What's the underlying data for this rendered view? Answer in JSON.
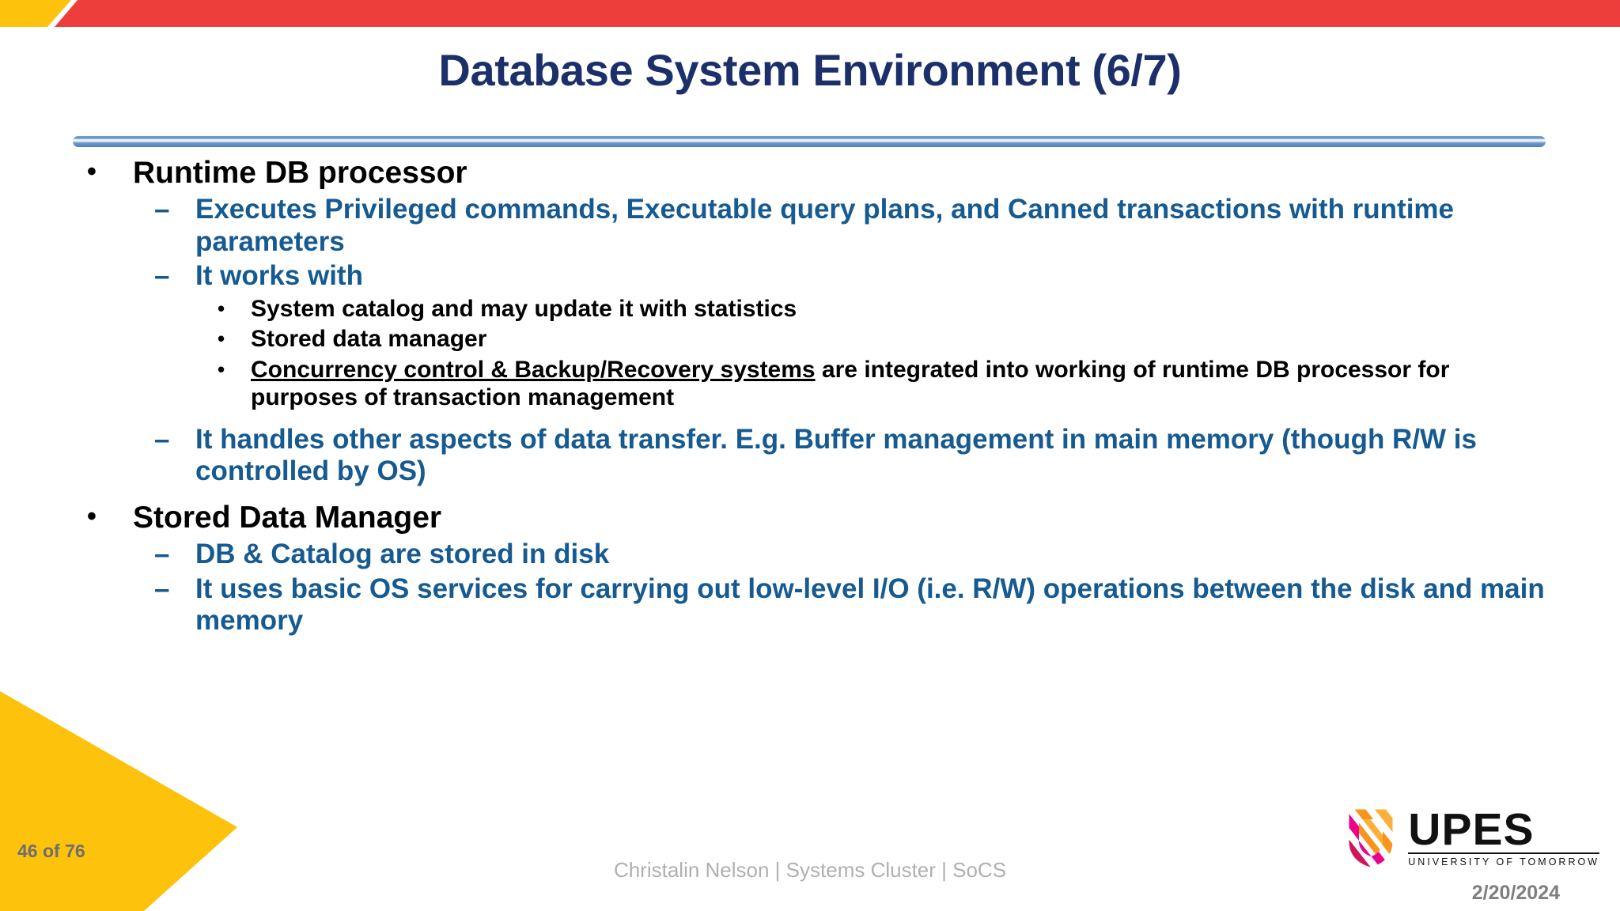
{
  "slide": {
    "title": "Database System Environment (6/7)",
    "colors": {
      "banner_red": "#EE3E3B",
      "banner_yellow": "#FCC20C",
      "title_navy": "#1B2F6B",
      "level2_blue": "#165A92",
      "divider_blue": "#4A81BC",
      "footer_gray": "#B0B0B0"
    },
    "content": [
      {
        "level": 1,
        "marker": "•",
        "text": "Runtime DB processor"
      },
      {
        "level": 2,
        "marker": "–",
        "text": "Executes Privileged commands, Executable query plans, and Canned transactions with runtime parameters"
      },
      {
        "level": 2,
        "marker": "–",
        "text": "It works with"
      },
      {
        "level": 3,
        "marker": "•",
        "text": "System catalog and may update it with statistics"
      },
      {
        "level": 3,
        "marker": "•",
        "text": "Stored data manager"
      },
      {
        "level": 3,
        "marker": "•",
        "underlined": "Concurrency control & Backup/Recovery systems",
        "rest": " are integrated into working of runtime DB processor for purposes of transaction management"
      },
      {
        "level": 2,
        "marker": "–",
        "text": "It handles other aspects of data transfer. E.g. Buffer management in main memory (though R/W is controlled by OS)"
      },
      {
        "level": 1,
        "marker": "•",
        "text": "Stored Data Manager"
      },
      {
        "level": 2,
        "marker": "–",
        "text": "DB & Catalog are stored in disk"
      },
      {
        "level": 2,
        "marker": "–",
        "text": "It uses basic OS services for carrying out low-level I/O (i.e. R/W) operations between the disk and main memory"
      }
    ],
    "footer": {
      "page_number": "46 of 76",
      "credit": "Christalin Nelson | Systems Cluster | SoCS",
      "date": "2/20/2024"
    },
    "logo": {
      "name": "UPES",
      "tagline": "UNIVERSITY OF TOMORROW"
    }
  }
}
